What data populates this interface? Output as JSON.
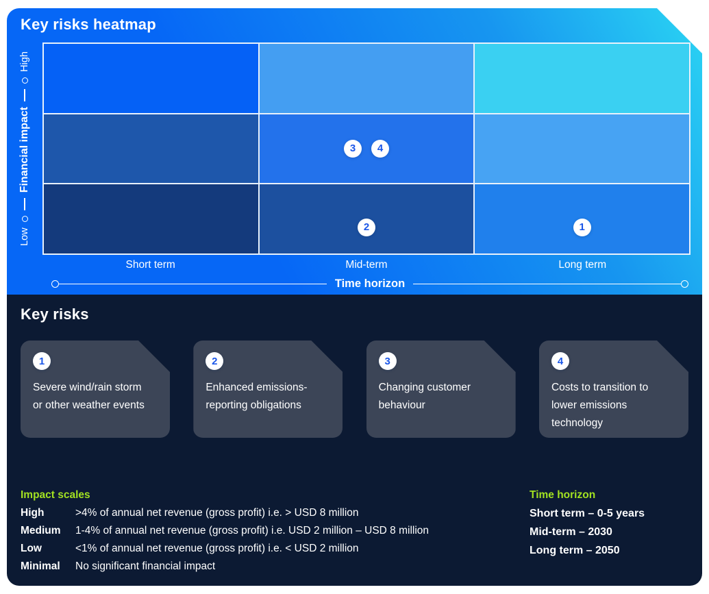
{
  "colors": {
    "panel_gradient_start": "#0667f6",
    "panel_gradient_end": "#2bd5f3",
    "navy_bg": "#0c1a33",
    "risk_card_bg": "#3c4557",
    "badge_number_blue": "#1a56e8",
    "accent_green": "#a3e221",
    "grid_line": "#e8f1fb"
  },
  "heatmap_panel": {
    "title": "Key risks heatmap",
    "y_axis": {
      "label": "Financial impact",
      "min_label": "Low",
      "max_label": "High"
    },
    "x_axis": {
      "label": "Time horizon",
      "categories": [
        "Short term",
        "Mid-term",
        "Long term"
      ]
    },
    "markers": {
      "m1": "1",
      "m2": "2",
      "m3": "3",
      "m4": "4"
    }
  },
  "key_risks": {
    "title": "Key risks",
    "cards": [
      {
        "number": "1",
        "text": "Severe wind/rain storm or other weather events"
      },
      {
        "number": "2",
        "text": "Enhanced emissions-reporting obligations"
      },
      {
        "number": "3",
        "text": "Changing customer behaviour"
      },
      {
        "number": "4",
        "text": "Costs to transition to lower emissions technology"
      }
    ]
  },
  "impact_scales": {
    "title": "Impact scales",
    "rows": [
      {
        "label": "High",
        "text": ">4% of annual net revenue (gross profit) i.e. > USD 8 million"
      },
      {
        "label": "Medium",
        "text": "1-4% of annual net revenue (gross profit) i.e. USD 2 million – USD 8 million"
      },
      {
        "label": "Low",
        "text": "<1% of annual net revenue (gross profit) i.e. < USD 2 million"
      },
      {
        "label": "Minimal",
        "text": "No significant financial impact"
      }
    ]
  },
  "time_horizon_legend": {
    "title": "Time horizon",
    "rows": [
      "Short term – 0-5 years",
      "Mid-term – 2030",
      "Long term – 2050"
    ]
  },
  "chart_data": {
    "type": "heatmap",
    "title": "Key risks heatmap",
    "xlabel": "Time horizon",
    "ylabel": "Financial impact",
    "x_categories": [
      "Short term",
      "Mid-term",
      "Long term"
    ],
    "y_categories_bottom_to_top": [
      "Low",
      "Medium",
      "High"
    ],
    "grid": "3x3, white gridlines, blue intensity encodes risk level",
    "cell_colors_rows_top_to_bottom": [
      [
        "#0561f6",
        "#449ef2",
        "#3ad0f2"
      ],
      [
        "#1e57ab",
        "#2372eb",
        "#47a3f3"
      ],
      [
        "#143a7c",
        "#1c509f",
        "#2080ec"
      ]
    ],
    "cell_colors_flat": [
      "#0561f6",
      "#449ef2",
      "#3ad0f2",
      "#1e57ab",
      "#2372eb",
      "#47a3f3",
      "#143a7c",
      "#1c509f",
      "#2080ec"
    ],
    "points": [
      {
        "id": "1",
        "label": "Severe wind/rain storm or other weather events",
        "x": "Long term",
        "y": "Low"
      },
      {
        "id": "2",
        "label": "Enhanced emissions-reporting obligations",
        "x": "Mid-term",
        "y": "Low"
      },
      {
        "id": "3",
        "label": "Changing customer behaviour",
        "x": "Mid-term",
        "y": "Medium"
      },
      {
        "id": "4",
        "label": "Costs to transition to lower emissions technology",
        "x": "Mid-term",
        "y": "Medium"
      }
    ],
    "time_horizon_definitions": {
      "Short term": "0-5 years",
      "Mid-term": "2030",
      "Long term": "2050"
    },
    "impact_scale_definitions": {
      "High": ">4% of annual net revenue (gross profit) i.e. > USD 8 million",
      "Medium": "1-4% of annual net revenue (gross profit) i.e. USD 2 million – USD 8 million",
      "Low": "<1% of annual net revenue (gross profit) i.e. < USD 2 million",
      "Minimal": "No significant financial impact"
    }
  }
}
